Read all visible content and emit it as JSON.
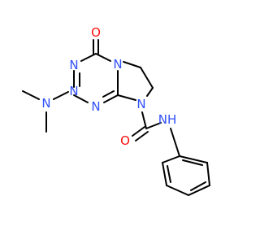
{
  "molecule": {
    "atoms": [
      {
        "id": "O1",
        "label": "O",
        "color": "#ff0d0d"
      },
      {
        "id": "N3",
        "label": "N",
        "color": "#3050f8"
      },
      {
        "id": "N5",
        "label": "N",
        "color": "#3050f8"
      },
      {
        "id": "N2",
        "label": "N",
        "color": "#3050f8"
      },
      {
        "id": "NMe",
        "label": "N",
        "color": "#3050f8"
      },
      {
        "id": "N1",
        "label": "N",
        "color": "#3050f8"
      },
      {
        "id": "N8",
        "label": "N",
        "color": "#3050f8"
      },
      {
        "id": "NH",
        "label": "NH",
        "color": "#3050f8"
      },
      {
        "id": "O2",
        "label": "O",
        "color": "#ff0d0d"
      }
    ]
  }
}
